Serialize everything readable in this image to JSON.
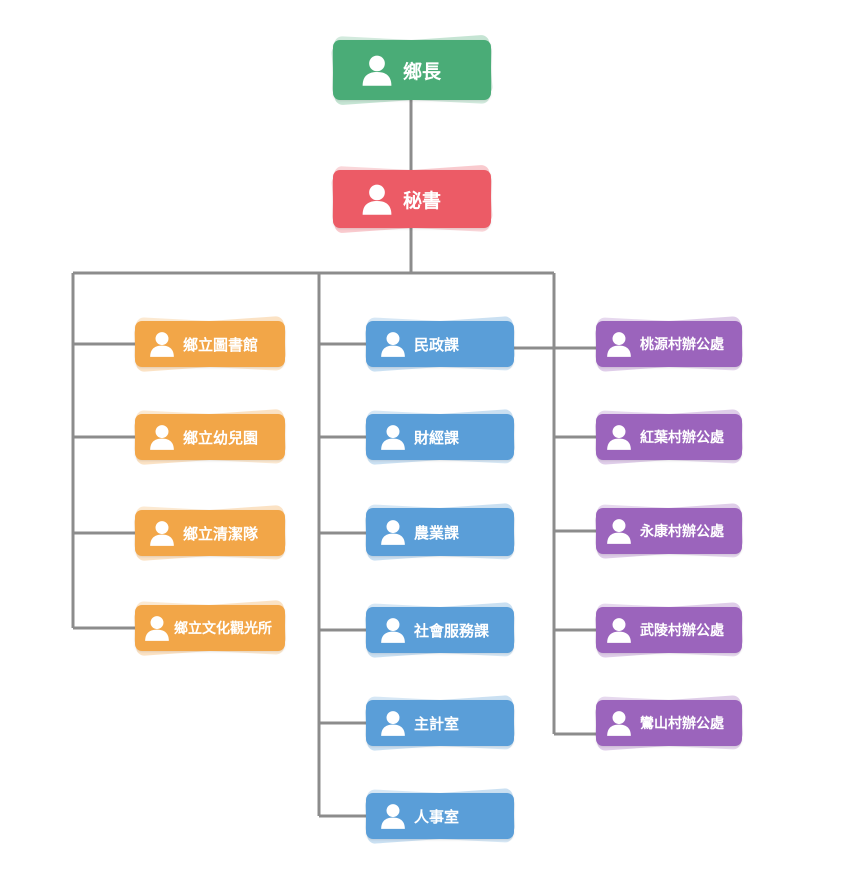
{
  "colors": {
    "mayor": "#4aac77",
    "secretary": "#ec5b66",
    "facilities": "#f2a648",
    "departments": "#5a9ed8",
    "villages": "#9b64bc",
    "connector": "#8c8c8c"
  },
  "icon": "person-icon",
  "mayor": {
    "label": "鄉長"
  },
  "secretary": {
    "label": "秘書"
  },
  "facilities": [
    {
      "label": "鄉立圖書館"
    },
    {
      "label": "鄉立幼兒園"
    },
    {
      "label": "鄉立清潔隊"
    },
    {
      "label": "鄉立文化觀光所"
    }
  ],
  "departments": [
    {
      "label": "民政課"
    },
    {
      "label": "財經課"
    },
    {
      "label": "農業課"
    },
    {
      "label": "社會服務課"
    },
    {
      "label": "主計室"
    },
    {
      "label": "人事室"
    }
  ],
  "villages": [
    {
      "label": "桃源村辦公處"
    },
    {
      "label": "紅葉村辦公處"
    },
    {
      "label": "永康村辦公處"
    },
    {
      "label": "武陵村辦公處"
    },
    {
      "label": "鸞山村辦公處"
    }
  ]
}
